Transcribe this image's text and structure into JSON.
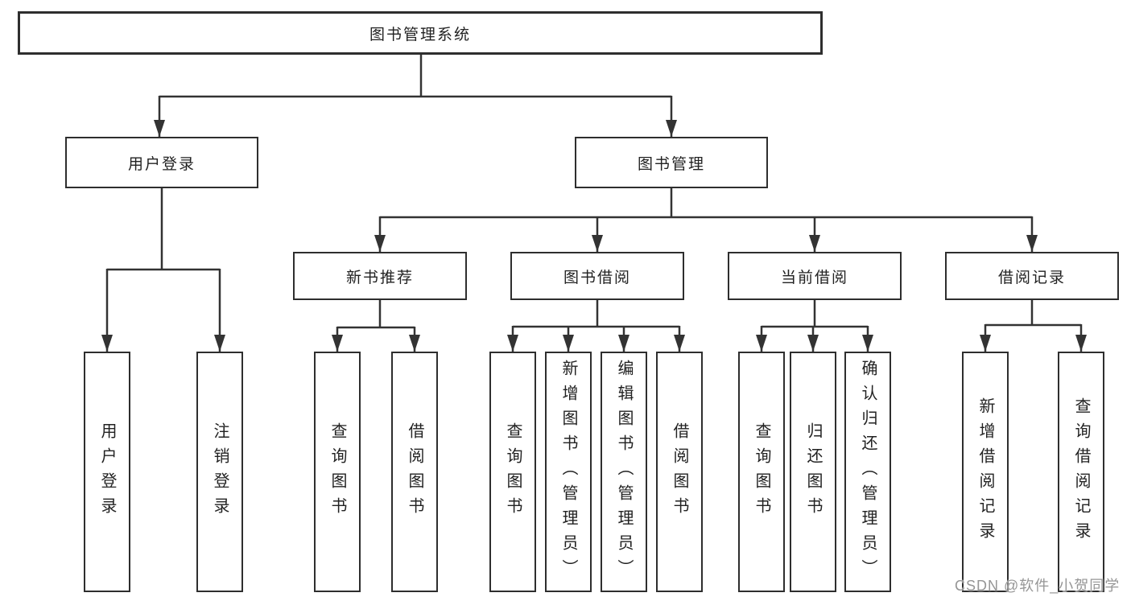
{
  "diagram": {
    "title": "图书管理系统",
    "branches": {
      "user_login": {
        "label": "用户登录",
        "children": [
          "用户登录",
          "注销登录"
        ]
      },
      "book_management": {
        "label": "图书管理",
        "modules": [
          {
            "label": "新书推荐",
            "children": [
              "查询图书",
              "借阅图书"
            ]
          },
          {
            "label": "图书借阅",
            "children": [
              "查询图书",
              "新增图书（管理员）",
              "编辑图书（管理员）",
              "借阅图书"
            ]
          },
          {
            "label": "当前借阅",
            "children": [
              "查询图书",
              "归还图书",
              "确认归还（管理员）"
            ]
          },
          {
            "label": "借阅记录",
            "children": [
              "新增借阅记录",
              "查询借阅记录"
            ]
          }
        ]
      }
    },
    "colors": {
      "line": "#333333",
      "box_border": "#2e2e2e",
      "text": "#222222",
      "background": "#ffffff"
    }
  },
  "watermark": {
    "text": "CSDN @软件_小贺同学",
    "color": "#969696"
  }
}
